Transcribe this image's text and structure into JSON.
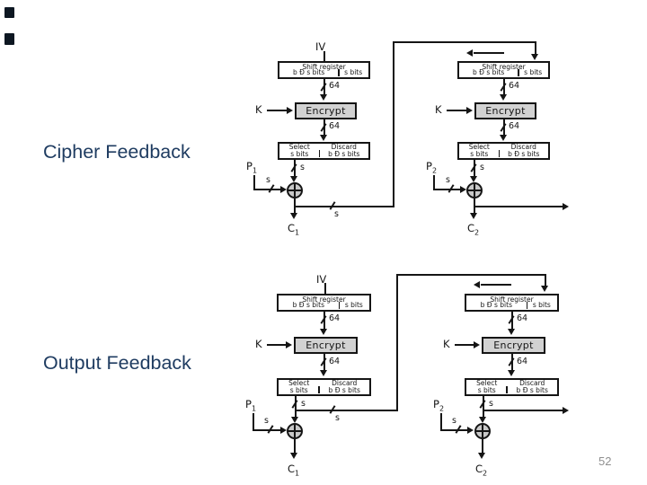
{
  "slide": {
    "section1_title": "Cipher Feedback",
    "section2_title": "Output Feedback",
    "page_number": "52",
    "title_color": "#1f3c61",
    "page_number_color": "#8f8f8f",
    "line_color": "#151515",
    "encrypt_fill": "#d2d2d2",
    "xor_fill": "#c9c9c9",
    "corner_mark_color": "#0d1722"
  },
  "diagram_labels": {
    "iv": "IV",
    "key": "K",
    "bus_64": "64",
    "bus_s": "s",
    "encrypt": "Encrypt",
    "shift_register": {
      "title": "Shift register",
      "left": "b Ð s bits",
      "right": "s bits"
    },
    "select_discard": {
      "left1": "Select",
      "left2": "s bits",
      "right1": "Discard",
      "right2": "b Ð s bits"
    },
    "p1": {
      "base": "P",
      "sub": "1"
    },
    "p2": {
      "base": "P",
      "sub": "2"
    },
    "c1": {
      "base": "C",
      "sub": "1"
    },
    "c2": {
      "base": "C",
      "sub": "2"
    }
  }
}
